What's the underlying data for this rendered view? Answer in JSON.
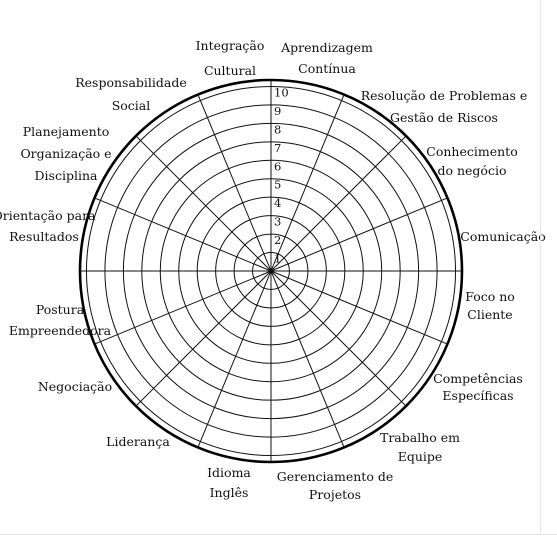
{
  "wheel": {
    "scale": [
      "1",
      "2",
      "3",
      "4",
      "5",
      "6",
      "7",
      "8",
      "9",
      "10"
    ],
    "sectors": [
      {
        "id": "integracao-cultural",
        "lines": [
          "Integração",
          "Cultural"
        ]
      },
      {
        "id": "aprendizagem-continua",
        "lines": [
          "Aprendizagem",
          "Contínua"
        ]
      },
      {
        "id": "resolucao-problemas",
        "lines": [
          "Resolução de  Problemas e",
          "Gestão de Riscos"
        ]
      },
      {
        "id": "conhecimento-negocio",
        "lines": [
          "Conhecimento",
          "do negócio"
        ]
      },
      {
        "id": "comunicacao",
        "lines": [
          "Comunicação"
        ]
      },
      {
        "id": "foco-cliente",
        "lines": [
          "Foco no",
          "Cliente"
        ]
      },
      {
        "id": "competencias-especificas",
        "lines": [
          "Competências",
          "Específicas"
        ]
      },
      {
        "id": "trabalho-equipe",
        "lines": [
          "Trabalho em",
          "Equipe"
        ]
      },
      {
        "id": "gerenciamento-projetos",
        "lines": [
          "Gerenciamento de",
          "Projetos"
        ]
      },
      {
        "id": "idioma-ingles",
        "lines": [
          "Idioma",
          "Inglês"
        ]
      },
      {
        "id": "lideranca",
        "lines": [
          "Liderança"
        ]
      },
      {
        "id": "negociacao",
        "lines": [
          "Negociação"
        ]
      },
      {
        "id": "postura-empreendedora",
        "lines": [
          "Postura",
          "Empreendedora"
        ]
      },
      {
        "id": "orientacao-resultados",
        "lines": [
          "Orientação para",
          "Resultados"
        ]
      },
      {
        "id": "planejamento",
        "lines": [
          "Planejamento",
          "Organização e",
          "Disciplina"
        ]
      },
      {
        "id": "responsabilidade-social",
        "lines": [
          "Responsabilidade",
          "Social"
        ]
      }
    ]
  },
  "colors": {
    "line": "#111111",
    "outer_ring": "#000000",
    "background": "#ffffff"
  }
}
